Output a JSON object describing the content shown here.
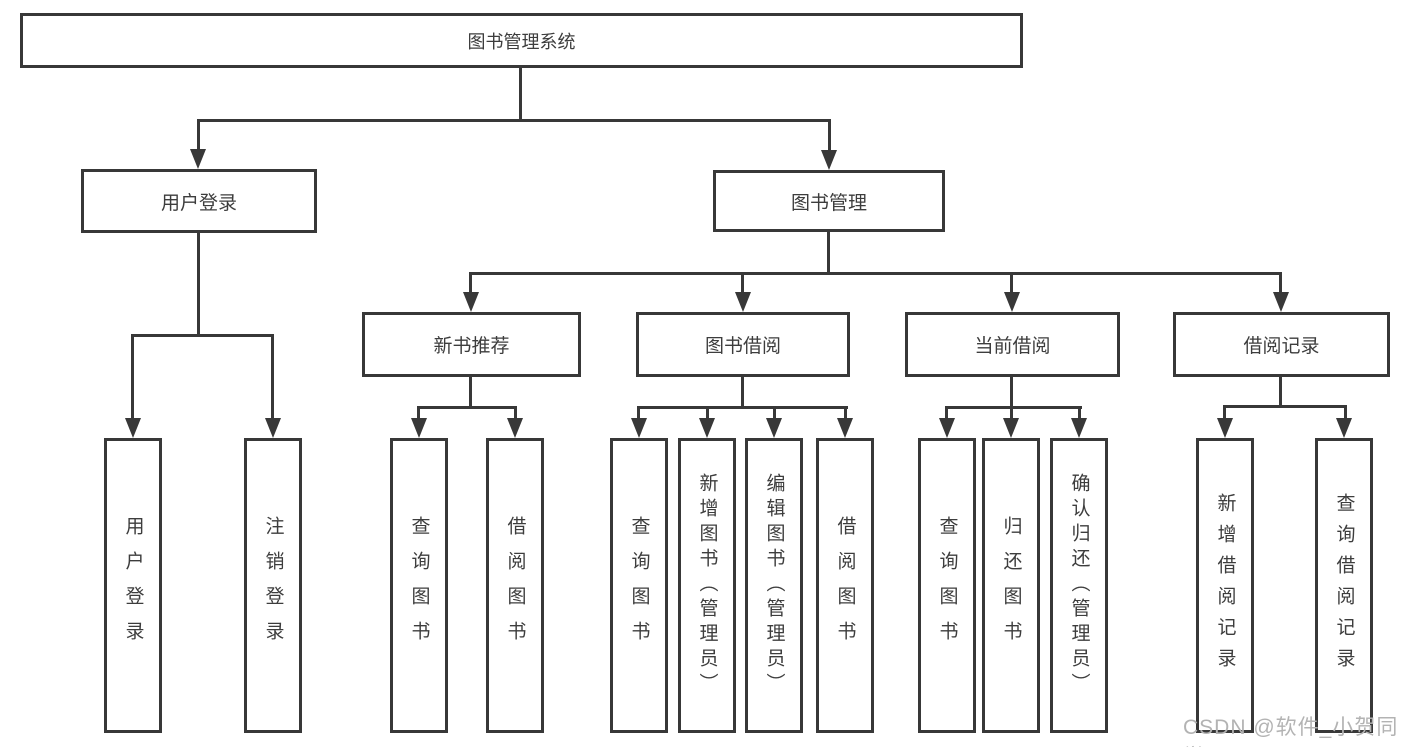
{
  "tree": {
    "root": "图书管理系统",
    "children": [
      {
        "label": "用户登录",
        "children": [
          "用户登录",
          "注销登录"
        ]
      },
      {
        "label": "图书管理",
        "children": [
          {
            "label": "新书推荐",
            "children": [
              "查询图书",
              "借阅图书"
            ]
          },
          {
            "label": "图书借阅",
            "children": [
              "查询图书",
              "新增图书（管理员）",
              "编辑图书（管理员）",
              "借阅图书"
            ]
          },
          {
            "label": "当前借阅",
            "children": [
              "查询图书",
              "归还图书",
              "确认归还（管理员）"
            ]
          },
          {
            "label": "借阅记录",
            "children": [
              "新增借阅记录",
              "查询借阅记录"
            ]
          }
        ]
      }
    ]
  },
  "colors": {
    "line": "#383838",
    "text": "#3d3d3d",
    "background": "#ffffff",
    "watermark": "#b3b3b3"
  },
  "watermark": {
    "text": "CSDN @软件_小贺同学"
  }
}
